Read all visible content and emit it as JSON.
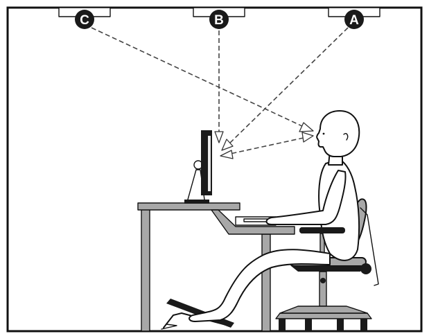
{
  "light_sources": [
    {
      "id": "C",
      "label": "C"
    },
    {
      "id": "B",
      "label": "B"
    },
    {
      "id": "A",
      "label": "A"
    }
  ],
  "colors": {
    "line": "#111111",
    "metal": "#a8a8a8",
    "dark_fill": "#1a1a1a",
    "background": "#ffffff"
  }
}
